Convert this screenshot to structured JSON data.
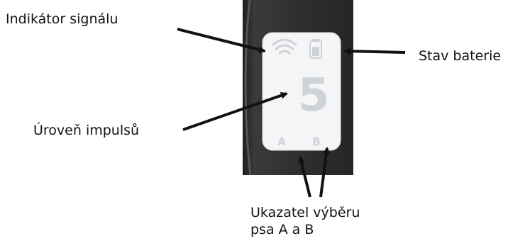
{
  "labels": {
    "signal": "Indikátor signálu",
    "battery": "Stav baterie",
    "impulse": "Úroveň impulsů",
    "selector_line1": "Ukazatel výběru",
    "selector_line2": "psa A a B"
  },
  "display": {
    "level": "5",
    "dog_a": "A",
    "dog_b": "B"
  },
  "colors": {
    "device_body": "#2e2e2e",
    "screen": "#f4f5f6",
    "lcd_segments": "#cfd2d6",
    "arrows": "#111111"
  },
  "icons": [
    "wifi-signal-icon",
    "battery-icon"
  ]
}
